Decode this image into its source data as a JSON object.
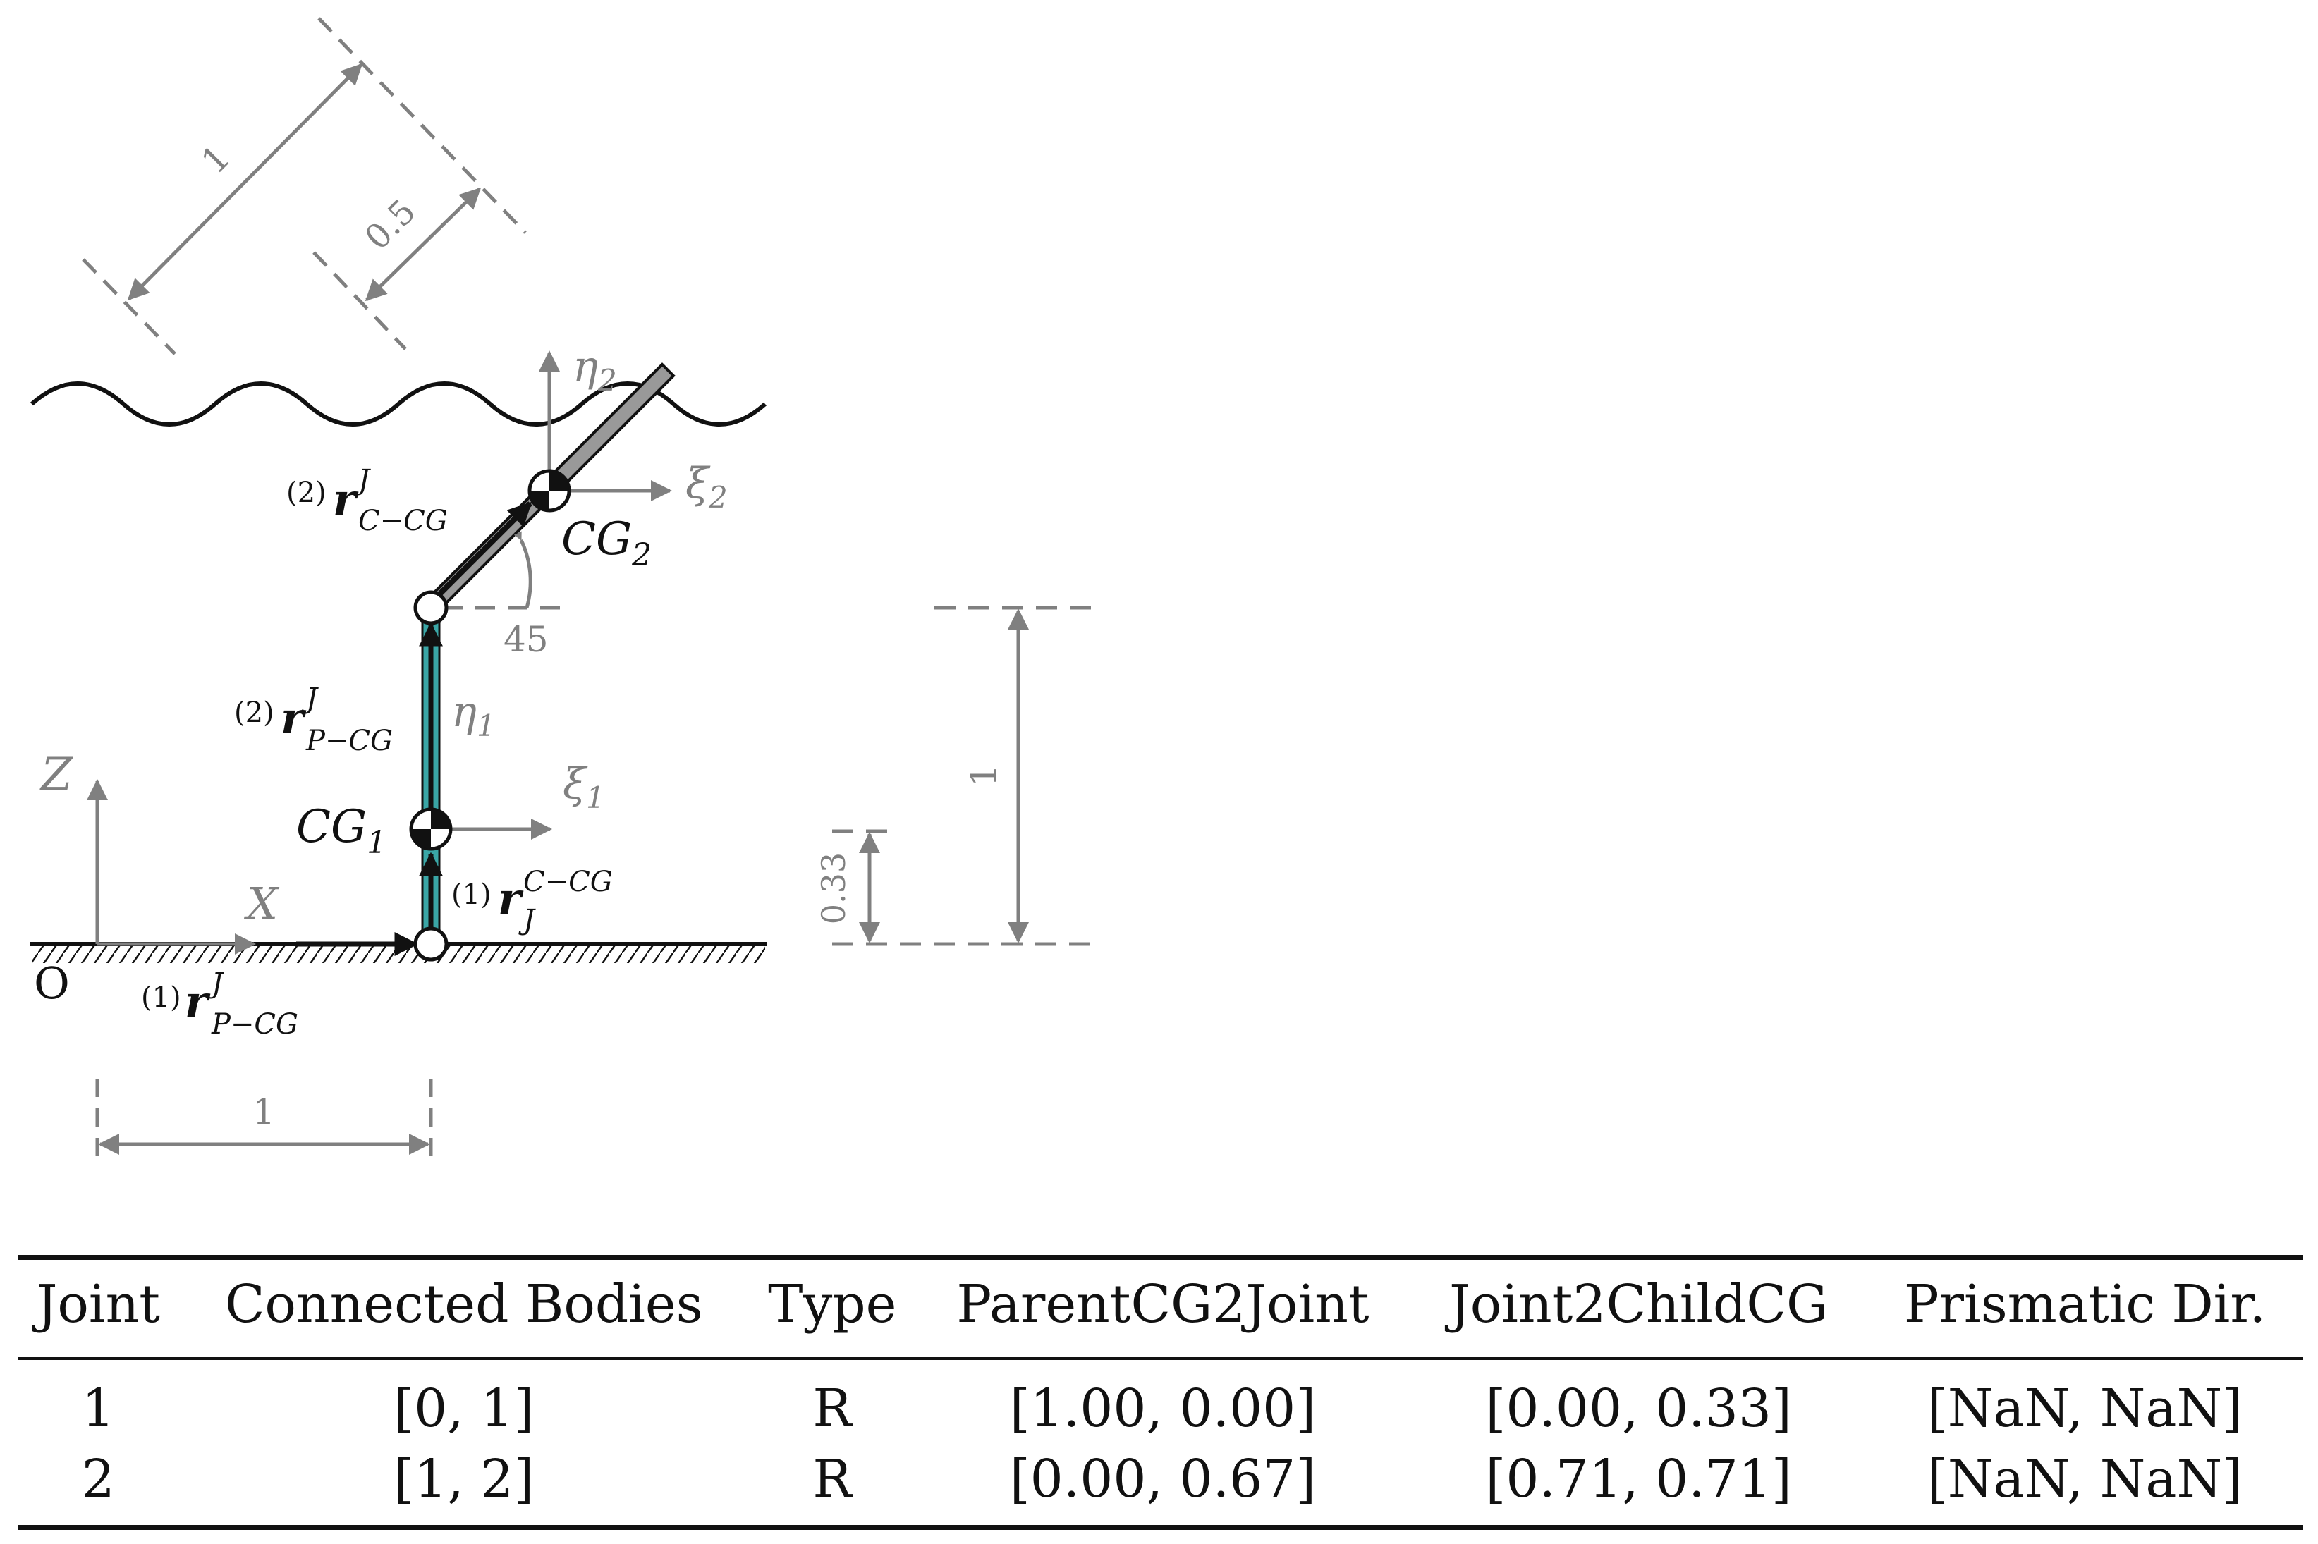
{
  "diagram": {
    "dimensions": {
      "link2_length": "1",
      "link2_cg_offset": "0.5",
      "base_x_offset": "1",
      "link1_height": "1",
      "link1_cg_height": "0.33",
      "joint2_angle": "45"
    },
    "axes": {
      "global_z": "Z",
      "global_x": "X",
      "origin": "O",
      "eta1": "η",
      "eta1_sub": "1",
      "xi1": "ξ",
      "xi1_sub": "1",
      "eta2": "η",
      "eta2_sub": "2",
      "xi2": "ξ",
      "xi2_sub": "2"
    },
    "cg_labels": {
      "cg1": "CG",
      "cg1_sub": "1",
      "cg2": "CG",
      "cg2_sub": "2"
    },
    "vectors": {
      "v1": {
        "pre": "(1)",
        "r": "r",
        "sup": "J",
        "sub": "P−CG"
      },
      "v2": {
        "pre": "(1)",
        "r": "r",
        "sup": "C−CG",
        "sub": "J"
      },
      "v3": {
        "pre": "(2)",
        "r": "r",
        "sup": "J",
        "sub": "P−CG"
      },
      "v4": {
        "pre": "(2)",
        "r": "r",
        "sup": "J",
        "sub": "C−CG"
      }
    },
    "colors": {
      "link1_fill": "#3aa6a6",
      "dimension_gray": "#808080",
      "link2_fill": "#999999"
    }
  },
  "table": {
    "headers": [
      "Joint",
      "Connected Bodies",
      "Type",
      "ParentCG2Joint",
      "Joint2ChildCG",
      "Prismatic Dir."
    ],
    "rows": [
      [
        "1",
        "[0, 1]",
        "R",
        "[1.00, 0.00]",
        "[0.00, 0.33]",
        "[NaN, NaN]"
      ],
      [
        "2",
        "[1, 2]",
        "R",
        "[0.00, 0.67]",
        "[0.71, 0.71]",
        "[NaN, NaN]"
      ]
    ]
  }
}
